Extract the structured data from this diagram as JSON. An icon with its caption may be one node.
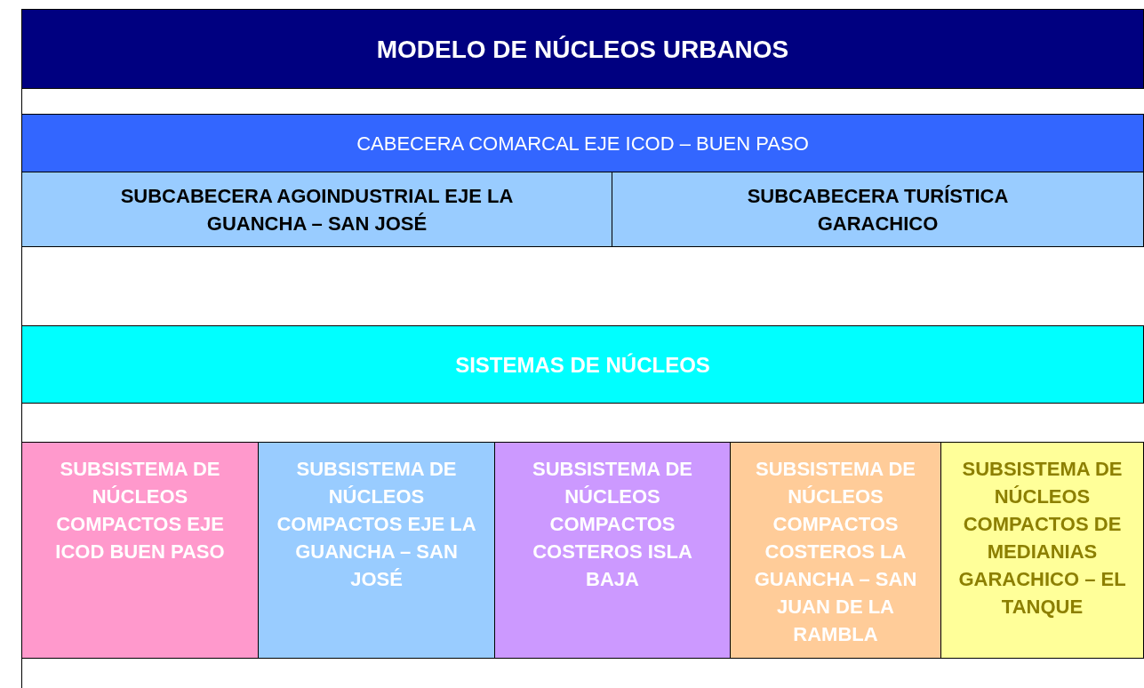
{
  "diagram": {
    "nodes": [
      {
        "text": [
          "MODELO DE NÚCLEOS URBANOS"
        ]
      },
      {
        "text": [
          "CABECERA COMARCAL EJE ICOD – BUEN PASO"
        ]
      },
      {
        "text": [
          "SUBCABECERA AGOINDUSTRIAL EJE LA GUANCHA – SAN JOSÉ"
        ]
      },
      {
        "text": [
          "SUBCABECERA TURÍSTICA GARACHICO"
        ]
      },
      {
        "text": [
          "SISTEMAS DE NÚCLEOS"
        ]
      },
      {
        "text": [
          "SUBSISTEMA DE NÚCLEOS COMPACTOS EJE ICOD BUEN PASO"
        ]
      },
      {
        "text": [
          "SUBSISTEMA DE NÚCLEOS COMPACTOS EJE LA GUANCHA – SAN JOSÉ"
        ]
      },
      {
        "text": [
          "SUBSISTEMA DE NÚCLEOS COMPACTOS COSTEROS ISLA BAJA"
        ]
      },
      {
        "text": [
          "SUBSISTEMA DE NÚCLEOS COMPACTOS COSTEROS LA GUANCHA – SAN JUAN DE LA RAMBLA"
        ]
      },
      {
        "text": [
          "SUBSISTEMA DE NÚCLEOS COMPACTOS DE MEDIANIAS GARACHICO – EL TANQUE"
        ]
      }
    ],
    "edges": []
  }
}
